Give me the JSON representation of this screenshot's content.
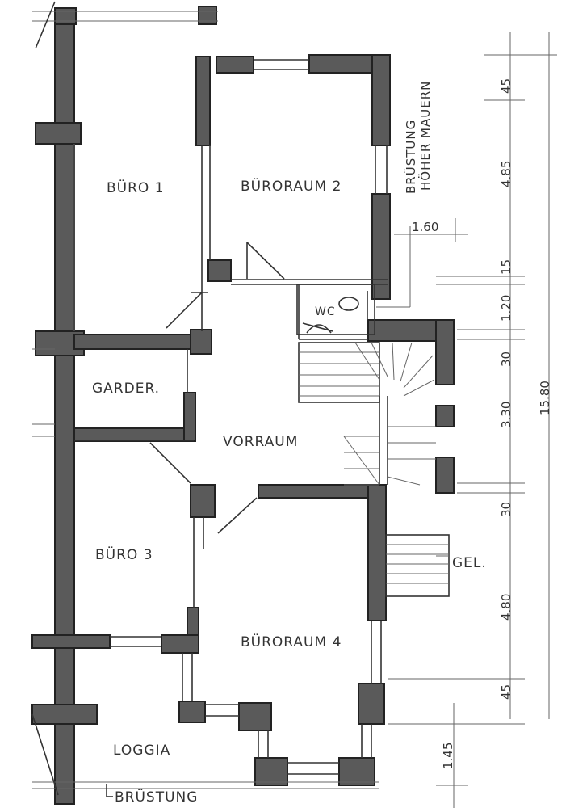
{
  "rooms": {
    "buero1": "BÜRO 1",
    "bueroraum2": "BÜRORAUM 2",
    "wc": "WC",
    "garder": "GARDER.",
    "vorraum": "VORRAUM",
    "buero3": "BÜRO 3",
    "bueroraum4": "BÜRORAUM 4",
    "loggia": "LOGGIA",
    "gel": "GEL."
  },
  "notes": {
    "bruestung_line1": "BRÜSTUNG",
    "bruestung_line2": "HÖHER MAUERN",
    "bruestung_bottom": "BRÜSTUNG"
  },
  "dimensions": {
    "d1": "45",
    "d2": "4.85",
    "d3": "15",
    "d4": "1.20",
    "d5": "30",
    "d6": "3.30",
    "d7": "30",
    "d8": "4.80",
    "d9": "45",
    "total": "15.80",
    "wc_width": "1.60",
    "loggia_depth": "1.45"
  }
}
